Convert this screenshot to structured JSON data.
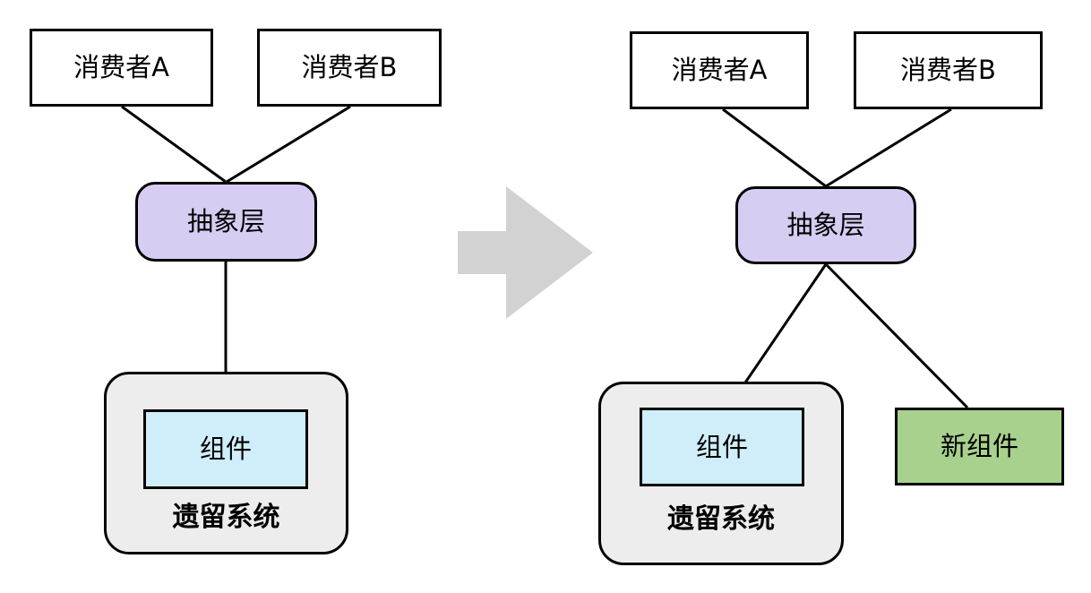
{
  "colors": {
    "consumer_fill": "#FFFFFF",
    "abstraction_fill": "#D7CCF2",
    "component_fill": "#CFEEFA",
    "new_component_fill": "#A9D18E",
    "legacy_container_fill": "#EDEDED",
    "arrow_fill": "#D2D2D2",
    "stroke": "#000000"
  },
  "before": {
    "consumer_a": "消费者A",
    "consumer_b": "消费者B",
    "abstraction_layer": "抽象层",
    "component": "组件",
    "legacy_system": "遗留系统"
  },
  "after": {
    "consumer_a": "消费者A",
    "consumer_b": "消费者B",
    "abstraction_layer": "抽象层",
    "component": "组件",
    "legacy_system": "遗留系统",
    "new_component": "新组件"
  }
}
